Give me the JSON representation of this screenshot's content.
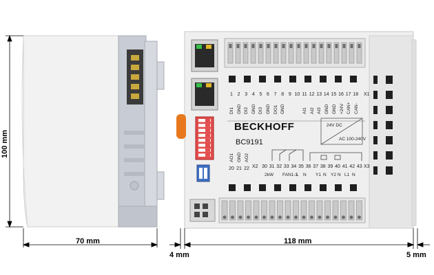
{
  "dimensions": {
    "height": "100 mm",
    "depth": "70 mm",
    "width": "118 mm",
    "left_offset": "4 mm",
    "right_offset": "5 mm"
  },
  "device": {
    "brand": "BECKHOFF",
    "model": "BC9191",
    "top_terminal_numbers": [
      "1",
      "2",
      "3",
      "4",
      "5",
      "6",
      "7",
      "8",
      "9",
      "10",
      "11",
      "12",
      "13",
      "14",
      "15",
      "16",
      "17",
      "18"
    ],
    "top_terminal_labels": [
      "DI1",
      "GND",
      "DI2",
      "GND",
      "DI3",
      "GND",
      "DO1",
      "GND",
      "AI1",
      "AI2",
      "AI3",
      "GND",
      "GND",
      "+24V",
      "CAN+",
      "CAN-"
    ],
    "top_block_tag": "X1",
    "left_terminal_labels": [
      "AO1",
      "GND",
      "AO2"
    ],
    "left_terminal_numbers": [
      "20",
      "21",
      "22"
    ],
    "left_block_tag": "X2",
    "bottom_terminal_numbers": [
      "30",
      "31",
      "32",
      "33",
      "34",
      "35",
      "36",
      "37",
      "38",
      "39",
      "40",
      "41",
      "42",
      "43"
    ],
    "bottom_terminal_labels": [
      "2kW",
      "FAN1-3",
      "L",
      "N",
      "Y1",
      "N",
      "Y2",
      "N",
      "L1",
      "N"
    ],
    "bottom_block_tag": "X3",
    "schematic_top": "24V",
    "schematic_mid": "AC\n100-240V",
    "schematic_text1": "24V DC",
    "schematic_text2": "AC 100-240V"
  }
}
